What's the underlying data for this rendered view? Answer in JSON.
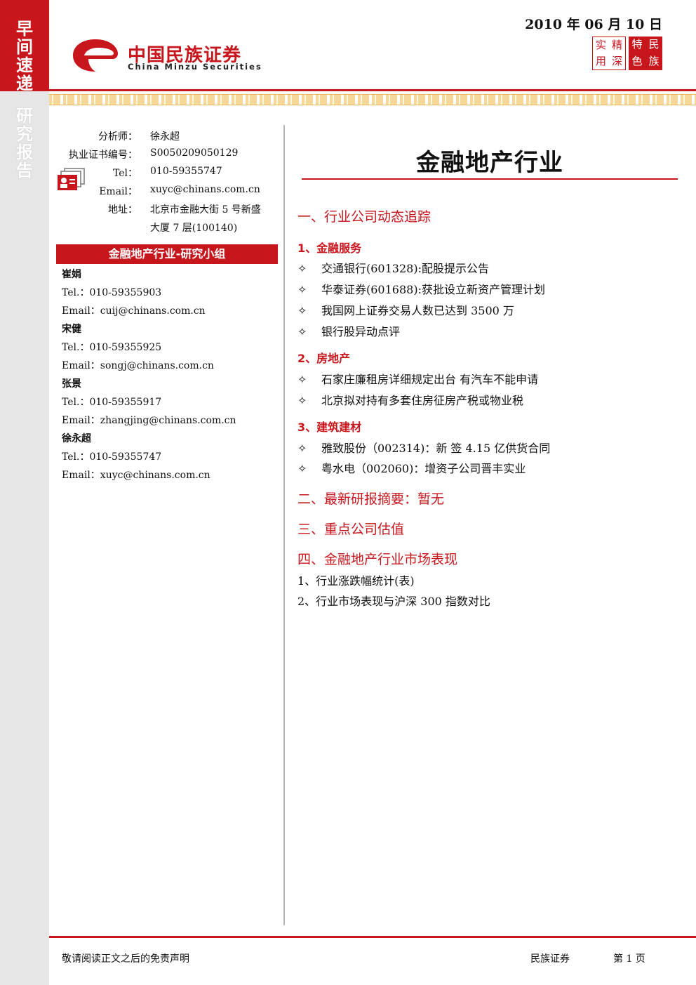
{
  "sidebar": {
    "top_label": [
      "早",
      "间",
      "速",
      "递"
    ],
    "bottom_label": [
      "研",
      "究",
      "报",
      "告"
    ]
  },
  "header": {
    "date": "2010 年 06 月 10 日",
    "logo_cn": "中国民族证券",
    "logo_en": "China Minzu Securities",
    "seal_left": [
      "实",
      "精",
      "用",
      "深"
    ],
    "seal_right": [
      "特",
      "民",
      "色",
      "族"
    ]
  },
  "analyst": {
    "rows": [
      {
        "label": "分析师：",
        "value": "徐永超"
      },
      {
        "label": "执业证书编号：",
        "value": "S0050209050129"
      },
      {
        "label": "Tel：",
        "value": "010-59355747"
      },
      {
        "label": "Email：",
        "value": "xuyc@chinans.com.cn"
      },
      {
        "label": "地址：",
        "value": "北京市金融大街 5 号新盛"
      },
      {
        "label": "",
        "value": "大厦 7 层(100140)"
      }
    ]
  },
  "team": {
    "title": "金融地产行业-研究小组",
    "members": [
      {
        "name": "崔娟",
        "tel": "Tel.：010-59355903",
        "email": "Email：cuij@chinans.com.cn"
      },
      {
        "name": "宋健",
        "tel": "Tel.：010-59355925",
        "email": "Email：songj@chinans.com.cn"
      },
      {
        "name": "张景",
        "tel": "Tel.：010-59355917",
        "email": "Email：zhangjing@chinans.com.cn"
      },
      {
        "name": "徐永超",
        "tel": "Tel.：010-59355747",
        "email": "Email：xuyc@chinans.com.cn"
      }
    ]
  },
  "main": {
    "title": "金融地产行业",
    "section1": "一、行业公司动态追踪",
    "sub1": "1、金融服务",
    "sub1_items": [
      "交通银行(601328):配股提示公告",
      "华泰证券(601688):获批设立新资产管理计划",
      "我国网上证券交易人数已达到 3500 万",
      "银行股异动点评"
    ],
    "sub2": "2、房地产",
    "sub2_items": [
      "石家庄廉租房详细规定出台 有汽车不能申请",
      "北京拟对持有多套住房征房产税或物业税"
    ],
    "sub3": "3、建筑建材",
    "sub3_items": [
      "雅致股份（002314)：新 签 4.15 亿供货合同",
      "粤水电（002060)：增资子公司晋丰实业"
    ],
    "bullet_mark": "✧",
    "section2": "二、最新研报摘要：暂无",
    "section3": "三、重点公司估值",
    "section4": "四、金融地产行业市场表现",
    "section4_items": [
      "1、行业涨跌幅统计(表)",
      "2、行业市场表现与沪深 300 指数对比"
    ]
  },
  "footer": {
    "disclaimer": "敬请阅读正文之后的免责声明",
    "company": "民族证券",
    "page": "第 1 页"
  }
}
